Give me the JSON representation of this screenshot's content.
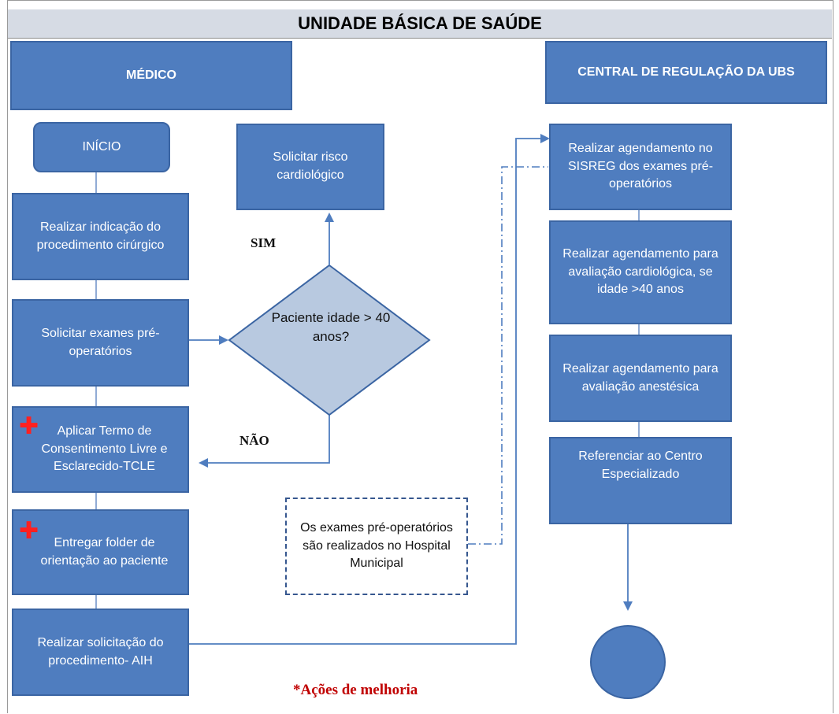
{
  "title": "UNIDADE BÁSICA DE SAÚDE",
  "lanes": {
    "medico": "MÉDICO",
    "central": "CENTRAL DE REGULAÇÃO DA UBS"
  },
  "medico_flow": {
    "inicio": "INÍCIO",
    "step1": "Realizar indicação do procedimento cirúrgico",
    "step2": "Solicitar exames pré-operatórios",
    "step3": "Aplicar Termo de Consentimento Livre e Esclarecido-TCLE",
    "step4": "Entregar folder de orientação ao paciente",
    "step5": "Realizar solicitação do procedimento- AIH"
  },
  "decision": {
    "question": "Paciente idade > 40 anos?",
    "yes": "SIM",
    "no": "NÃO",
    "yes_target": "Solicitar risco cardiológico"
  },
  "note": "Os exames pré-operatórios são realizados no Hospital Municipal",
  "central_flow": {
    "step1": "Realizar agendamento no SISREG dos exames pré-operatórios",
    "step2": "Realizar agendamento para avaliação cardiológica, se idade >40 anos",
    "step3": "Realizar agendamento para avaliação anestésica",
    "step4": "Referenciar ao Centro Especializado"
  },
  "legend": "*Ações de melhoria",
  "colors": {
    "box_fill": "#4f7dbf",
    "box_border": "#3b65a3",
    "diamond_fill": "#b8c9e0",
    "connector": "#4f7dbf",
    "improvement_marker": "#ff2020",
    "legend_text": "#c00000"
  },
  "icons": {
    "improvement_marker": "red-cross-icon"
  }
}
